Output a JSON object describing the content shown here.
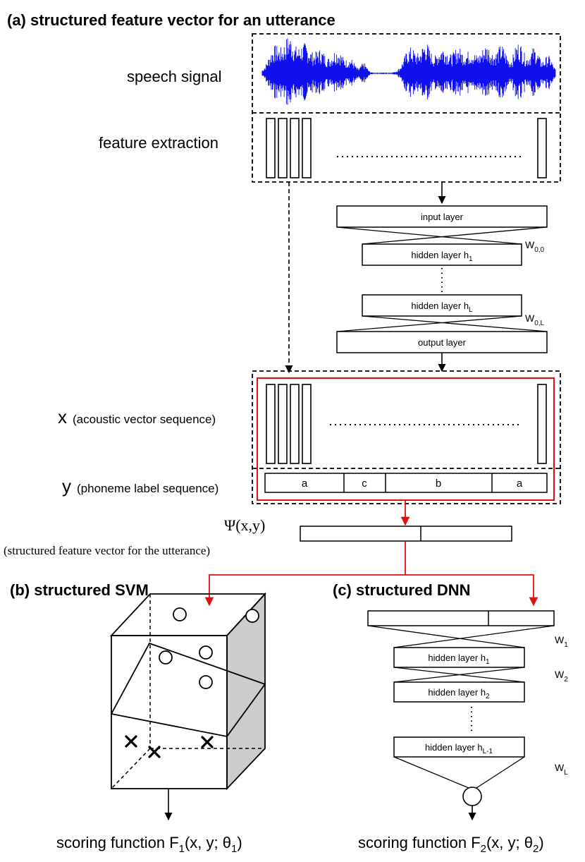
{
  "titles": {
    "a": "(a) structured feature vector for an utterance",
    "b": "(b) structured SVM",
    "c": "(c) structured DNN"
  },
  "labels": {
    "speech_signal": "speech signal",
    "feature_extraction": "feature extraction",
    "x_var": "x",
    "x_desc": "(acoustic vector sequence)",
    "y_var": "y",
    "y_desc": "(phoneme label sequence)",
    "psi": "Ψ(x,y)",
    "psi_desc": "(structured feature vector for the utterance)"
  },
  "top_dnn": {
    "input_layer": "input layer",
    "hidden_1": "hidden layer h",
    "hidden_1_sub": "1",
    "hidden_L": "hidden layer h",
    "hidden_L_sub": "L",
    "output_layer": "output layer",
    "w00": "W",
    "w00_sub": "0,0",
    "w0L": "W",
    "w0L_sub": "0,L"
  },
  "phonemes": [
    "a",
    "c",
    "b",
    "a"
  ],
  "structured_dnn": {
    "hidden_1": "hidden layer h",
    "hidden_1_sub": "1",
    "hidden_2": "hidden layer h",
    "hidden_2_sub": "2",
    "hidden_L1": "hidden layer h",
    "hidden_L1_sub": "L-1",
    "w1": "W",
    "w1_sub": "1",
    "w2": "W",
    "w2_sub": "2",
    "wL": "W",
    "wL_sub": "L"
  },
  "scoring": {
    "f1_pre": "scoring function F",
    "f1_sub": "1",
    "f1_mid": "(x, y; θ",
    "f1_sub2": "1",
    "f1_end": ")",
    "f2_pre": "scoring function F",
    "f2_sub": "2",
    "f2_mid": "(x, y; θ",
    "f2_sub2": "2",
    "f2_end": ")"
  },
  "colors": {
    "signal": "#1010ee",
    "highlight": "#e01010",
    "line": "#000000",
    "face_gray": "#cccccc"
  }
}
